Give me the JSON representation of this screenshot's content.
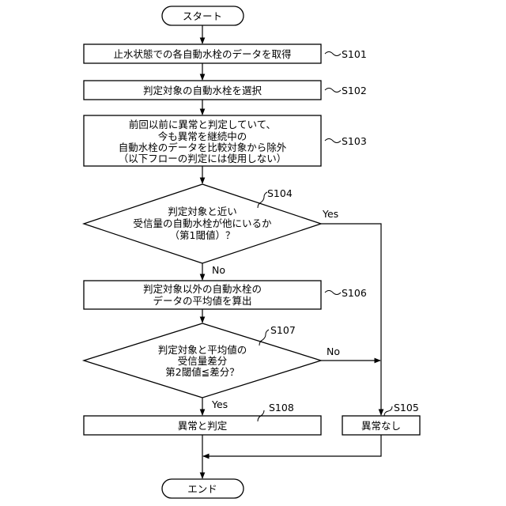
{
  "flowchart": {
    "start": "スタート",
    "end": "エンド",
    "steps": {
      "s101": {
        "ref": "S101",
        "lines": [
          "止水状態での各自動水栓のデータを取得"
        ]
      },
      "s102": {
        "ref": "S102",
        "lines": [
          "判定対象の自動水栓を選択"
        ]
      },
      "s103": {
        "ref": "S103",
        "lines": [
          "前回以前に異常と判定していて、",
          "今も異常を継続中の",
          "自動水栓のデータを比較対象から除外",
          "（以下フローの判定には使用しない）"
        ]
      },
      "s104": {
        "ref": "S104",
        "lines": [
          "判定対象と近い",
          "受信量の自動水栓が他にいるか",
          "（第1閾値）？"
        ]
      },
      "s105": {
        "ref": "S105",
        "lines": [
          "異常なし"
        ]
      },
      "s106": {
        "ref": "S106",
        "lines": [
          "判定対象以外の自動水栓の",
          "データの平均値を算出"
        ]
      },
      "s107": {
        "ref": "S107",
        "lines": [
          "判定対象と平均値の",
          "受信量差分",
          "第2閾値≦差分？"
        ]
      },
      "s108": {
        "ref": "S108",
        "lines": [
          "異常と判定"
        ]
      }
    },
    "branch_labels": {
      "s104_yes": "Yes",
      "s104_no": "No",
      "s107_yes": "Yes",
      "s107_no": "No"
    }
  }
}
